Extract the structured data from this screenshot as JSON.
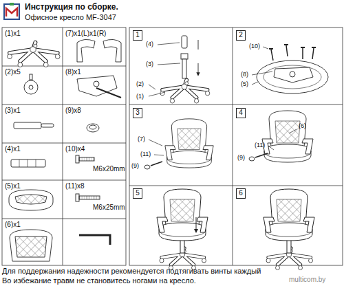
{
  "diagram": {
    "title": "Инструкция по сборке.",
    "nodes": [
      {
        "text": [
          "(1)x1"
        ]
      },
      {
        "text": [
          "(7)x1(L)x1(R)"
        ]
      },
      {
        "text": [
          "(2)x5"
        ]
      },
      {
        "text": [
          "(8)x1"
        ]
      },
      {
        "text": [
          "(3)x1"
        ]
      },
      {
        "text": [
          "(9)x8"
        ]
      },
      {
        "text": [
          "(4)x1"
        ]
      },
      {
        "text": [
          "(10)x4",
          "M6x20mm"
        ]
      },
      {
        "text": [
          "(5)x1"
        ]
      },
      {
        "text": [
          "(11)x8",
          "M6x25mm"
        ]
      },
      {
        "text": [
          "(6)x1"
        ]
      },
      {
        "text": [
          "1"
        ]
      },
      {
        "text": [
          "2"
        ]
      },
      {
        "text": [
          "3"
        ]
      },
      {
        "text": [
          "4"
        ]
      },
      {
        "text": [
          "5"
        ]
      },
      {
        "text": [
          "6"
        ]
      }
    ],
    "labels": [
      "Офисное кресло MF-3047",
      "(4)",
      "(3)",
      "(2)",
      "(1)",
      "(10)",
      "(8)",
      "(5)",
      "(7)",
      "(11)",
      "(9)",
      "(6)",
      "(11)",
      "(9)",
      "Для поддержания надежности рекомендуется подтягивать винты каждый",
      "Во избежание травм не становитесь ногами на кресло.",
      "multicom.by"
    ]
  }
}
